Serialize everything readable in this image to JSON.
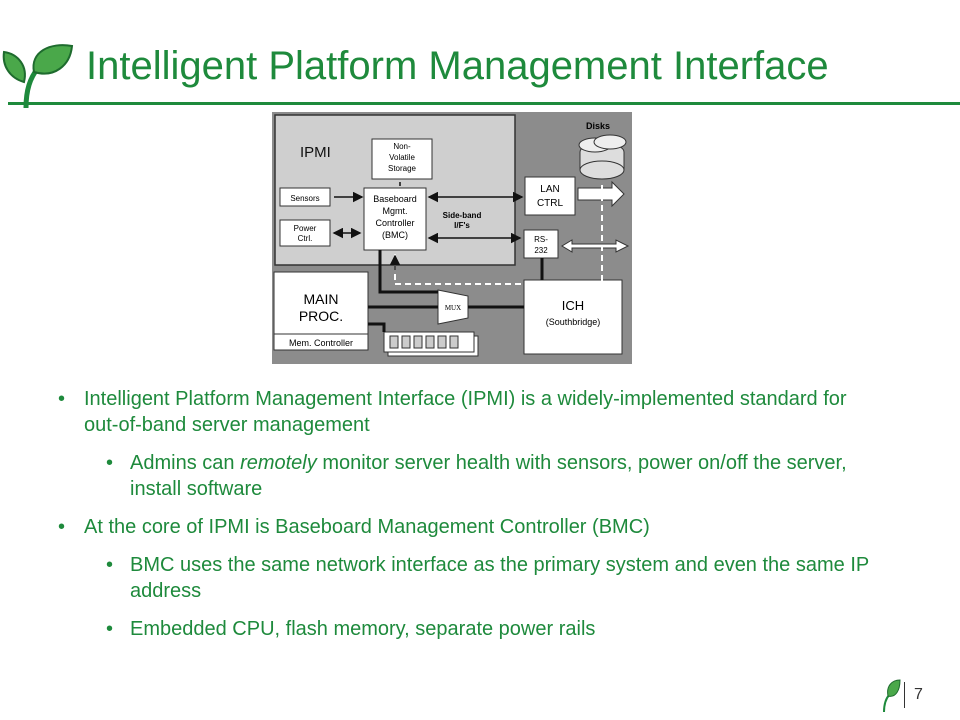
{
  "title": "Intelligent Platform Management Interface",
  "diagram": {
    "ipmi": "IPMI",
    "nvs": [
      "Non-",
      "Volatile",
      "Storage"
    ],
    "bmc": [
      "Baseboard",
      "Mgmt.",
      "Controller",
      "(BMC)"
    ],
    "sensors": "Sensors",
    "power": [
      "Power",
      "Ctrl."
    ],
    "disks": "Disks",
    "lan": [
      "LAN",
      "CTRL"
    ],
    "sideband": [
      "Side-band",
      "I/F's"
    ],
    "rs232": [
      "RS-",
      "232"
    ],
    "main_proc": [
      "MAIN",
      "PROC."
    ],
    "mem_ctrl": "Mem. Controller",
    "mux": "MUX",
    "ich": "ICH",
    "southbridge": "(Southbridge)"
  },
  "bullets": {
    "b1": "Intelligent Platform Management Interface (IPMI) is a widely-implemented standard for out-of-band server management",
    "b1_1_pre": "Admins can ",
    "b1_1_em": "remotely",
    "b1_1_post": " monitor server health with sensors, power on/off the server, install software",
    "b2": "At the core of IPMI is Baseboard Management Controller (BMC)",
    "b2_1": "BMC uses the same network interface as the primary system and even the same IP address",
    "b2_2": "Embedded CPU, flash memory, separate power rails"
  },
  "page_number": "7"
}
